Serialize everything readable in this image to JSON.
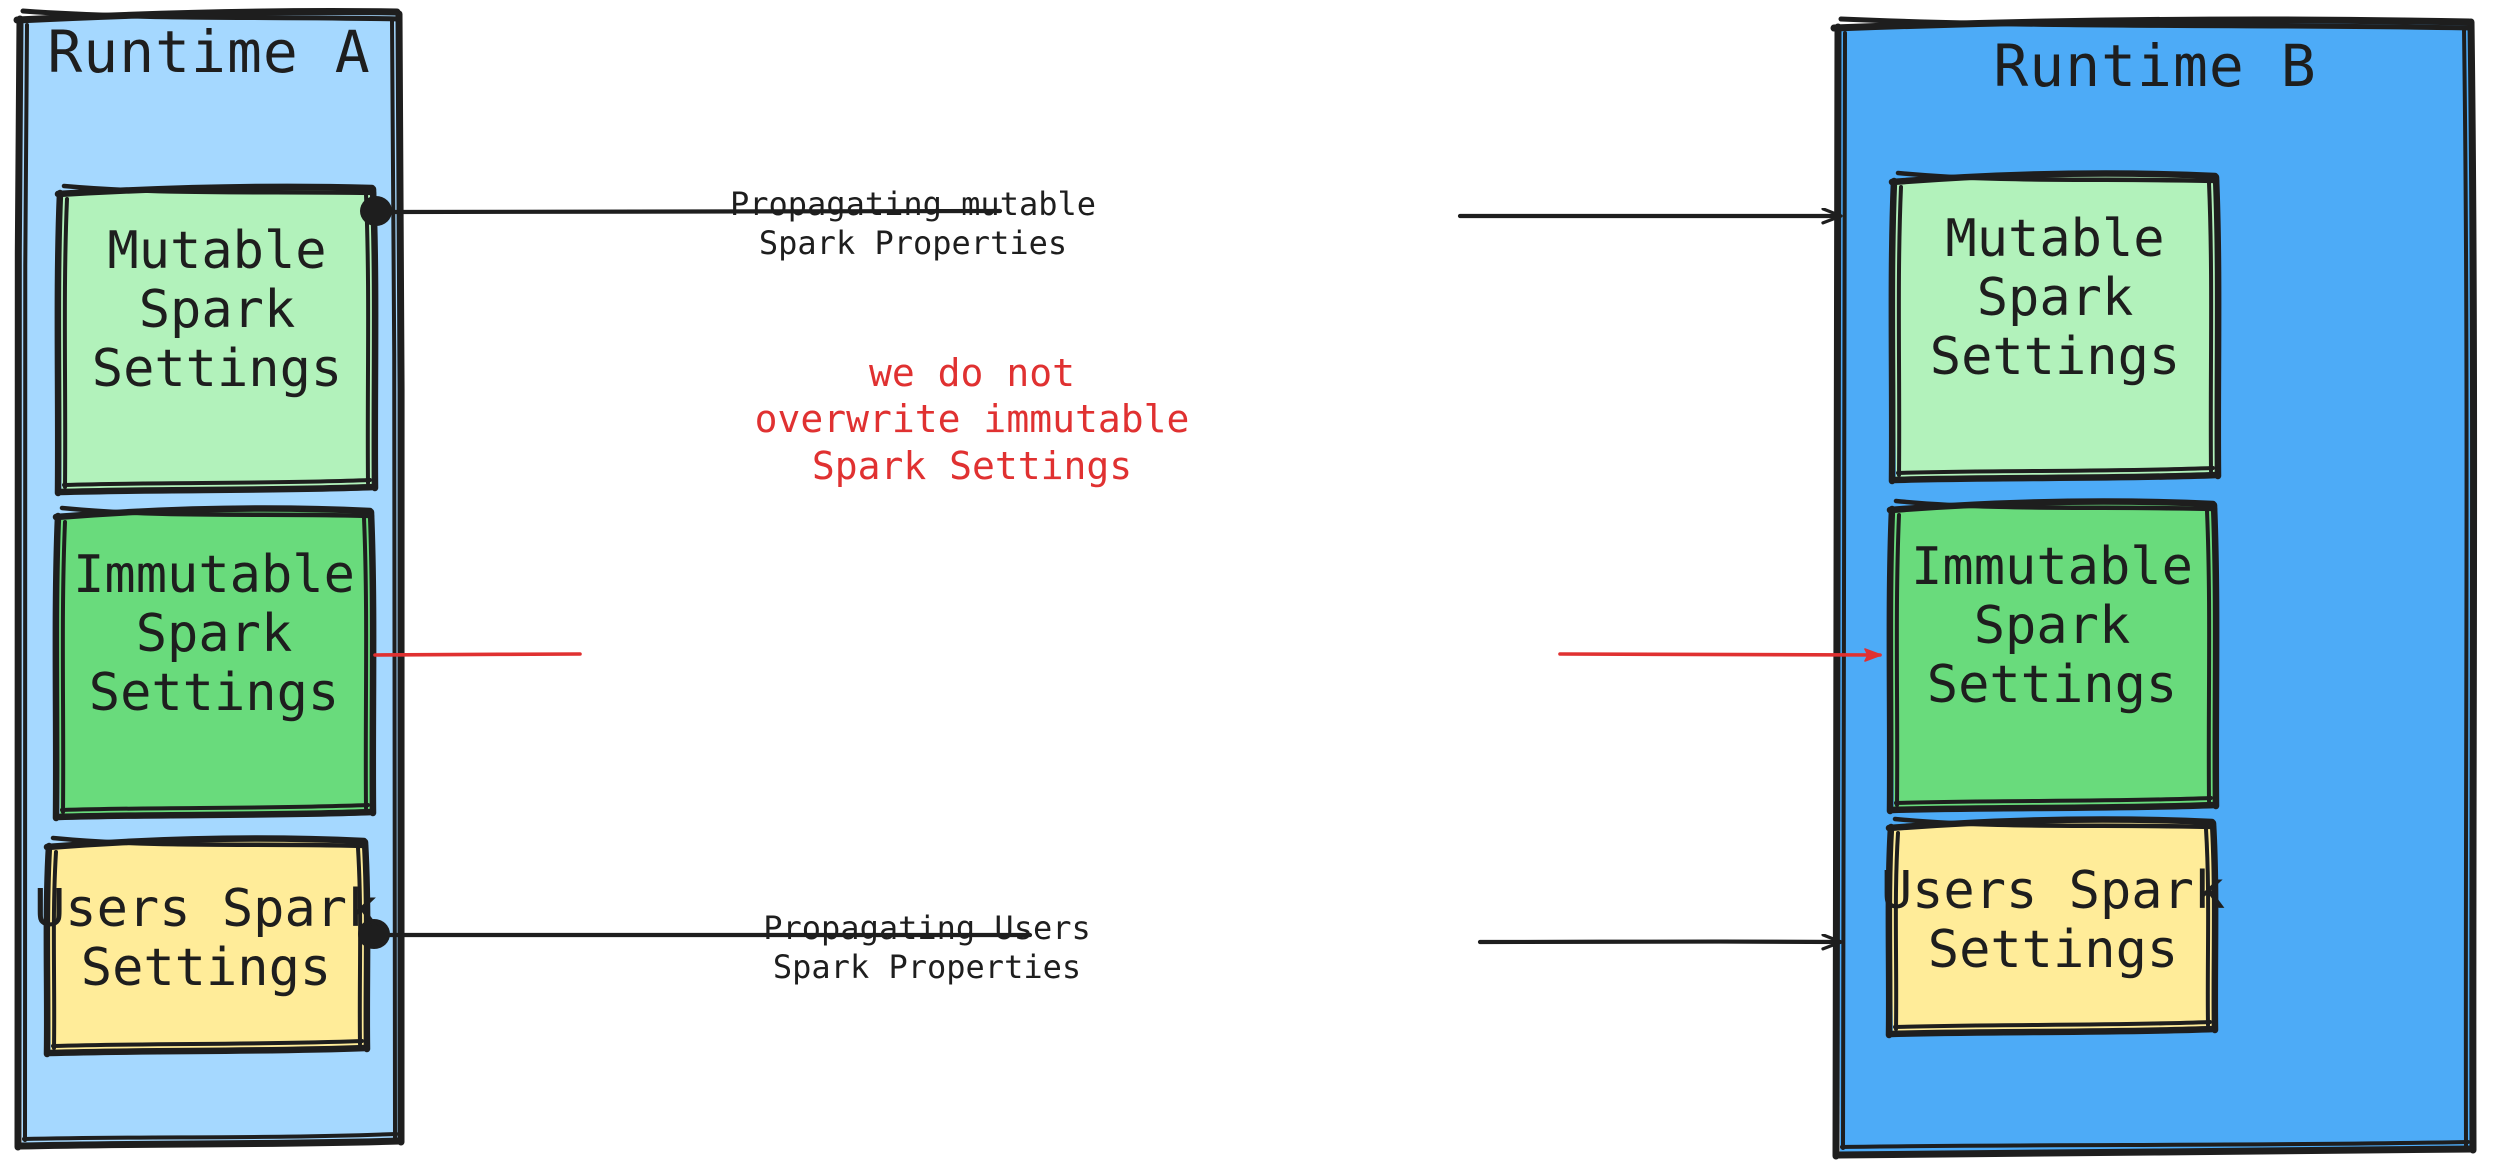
{
  "diagram": {
    "title": "Spark Settings Propagation between Runtimes",
    "style": "hand-drawn"
  },
  "colors": {
    "runtime_a_fill": "#a5d8ff",
    "runtime_b_fill": "#4dabf7",
    "mutable_fill": "#b2f2bb",
    "immutable_fill": "#69db7c",
    "users_fill": "#ffec99",
    "stroke": "#1e1e1e",
    "red_accent": "#e03131",
    "canvas": "#ffffff"
  },
  "runtime_a": {
    "title": "Runtime A",
    "boxes": [
      {
        "id": "a-mutable",
        "label": "Mutable\nSpark\nSettings",
        "fill_key": "mutable_fill"
      },
      {
        "id": "a-immutable",
        "label": "Immutable\nSpark\nSettings",
        "fill_key": "immutable_fill"
      },
      {
        "id": "a-users",
        "label": "Users Spark\nSettings",
        "fill_key": "users_fill"
      }
    ]
  },
  "runtime_b": {
    "title": "Runtime B",
    "boxes": [
      {
        "id": "b-mutable",
        "label": "Mutable\nSpark\nSettings",
        "fill_key": "mutable_fill"
      },
      {
        "id": "b-immutable",
        "label": "Immutable\nSpark\nSettings",
        "fill_key": "immutable_fill"
      },
      {
        "id": "b-users",
        "label": "Users Spark\nSettings",
        "fill_key": "users_fill"
      }
    ]
  },
  "connections": [
    {
      "id": "conn-mutable",
      "label": "Propagating mutable\nSpark Properties",
      "color_key": "stroke",
      "from": "a-mutable",
      "to": "b-mutable",
      "start_marker": "dot",
      "end_marker": "arrow"
    },
    {
      "id": "conn-immutable",
      "label": "we do not\noverwrite immutable\nSpark Settings",
      "color_key": "red_accent",
      "from": "a-immutable",
      "to": "b-immutable",
      "start_marker": "none",
      "end_marker": "arrow"
    },
    {
      "id": "conn-users",
      "label": "Propagating Users\nSpark Properties",
      "color_key": "stroke",
      "from": "a-users",
      "to": "b-users",
      "start_marker": "dot",
      "end_marker": "arrow"
    }
  ]
}
